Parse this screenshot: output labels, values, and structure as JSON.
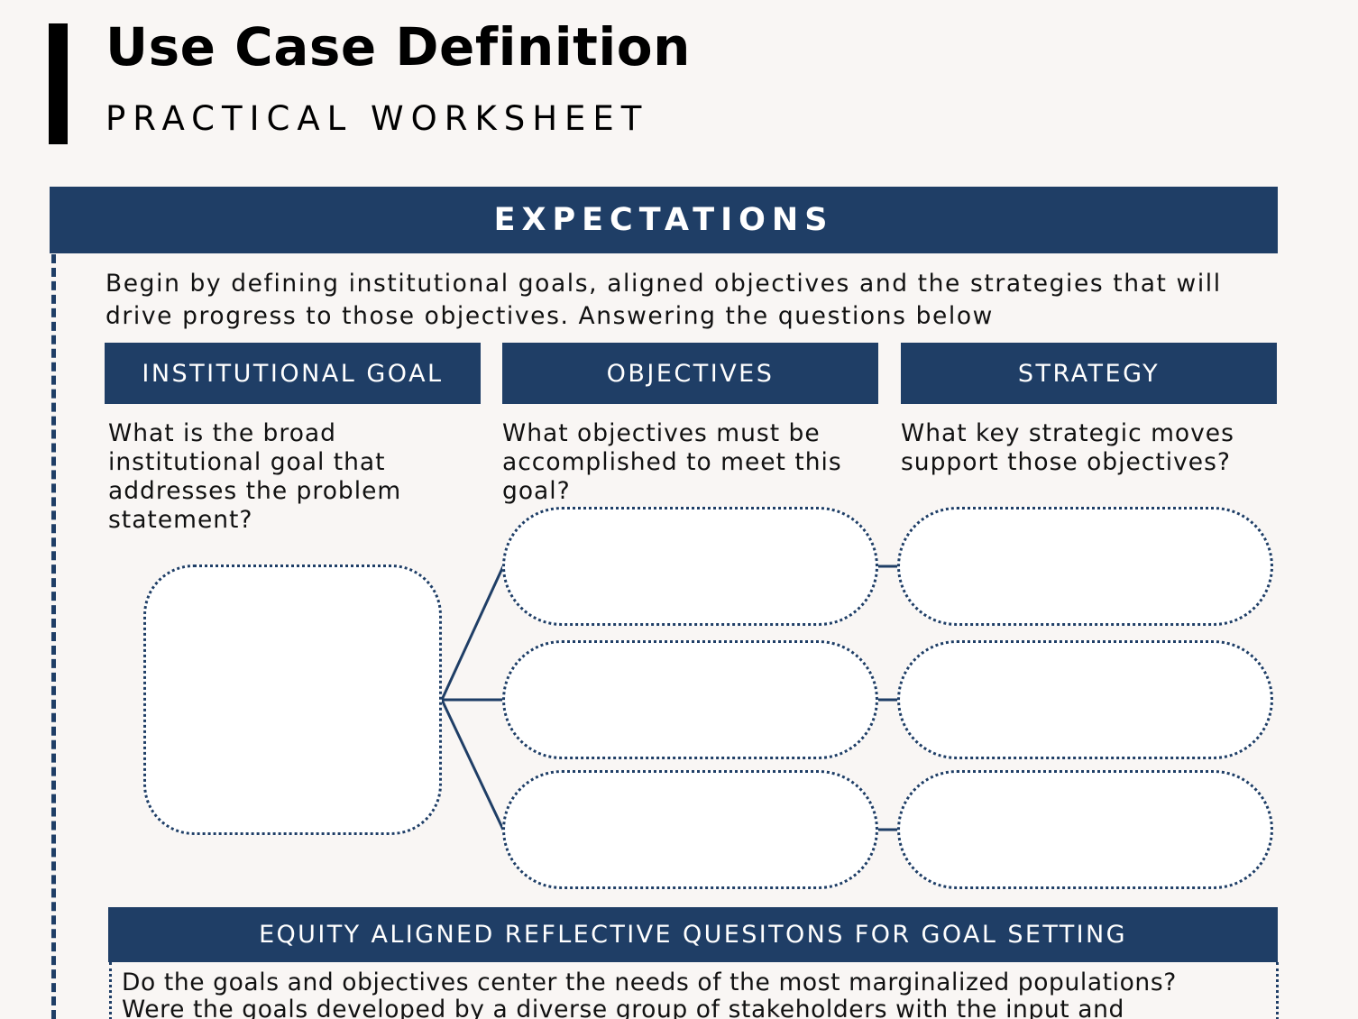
{
  "header": {
    "title": "Use Case Definition",
    "subtitle": "PRACTICAL WORKSHEET"
  },
  "expectations": {
    "banner": "EXPECTATIONS",
    "intro": "Begin by defining institutional goals, aligned objectives and the strategies that will drive progress to those objectives. Answering the questions below",
    "columns": [
      {
        "heading": "INSTITUTIONAL GOAL",
        "question": "What is the broad institutional goal that addresses the problem statement?"
      },
      {
        "heading": "OBJECTIVES",
        "question": "What objectives must be accomplished to meet this goal?"
      },
      {
        "heading": "STRATEGY",
        "question": "What key strategic moves support those objectives?"
      }
    ]
  },
  "equity": {
    "banner": "EQUITY ALIGNED REFLECTIVE QUESITONS FOR GOAL SETTING",
    "questions": [
      "Do the goals and objectives center the needs of the most marginalized populations?",
      "Were the goals developed by a diverse group of stakeholders with the input and"
    ]
  },
  "colors": {
    "navy": "#1f3e66",
    "background": "#f9f6f4"
  }
}
